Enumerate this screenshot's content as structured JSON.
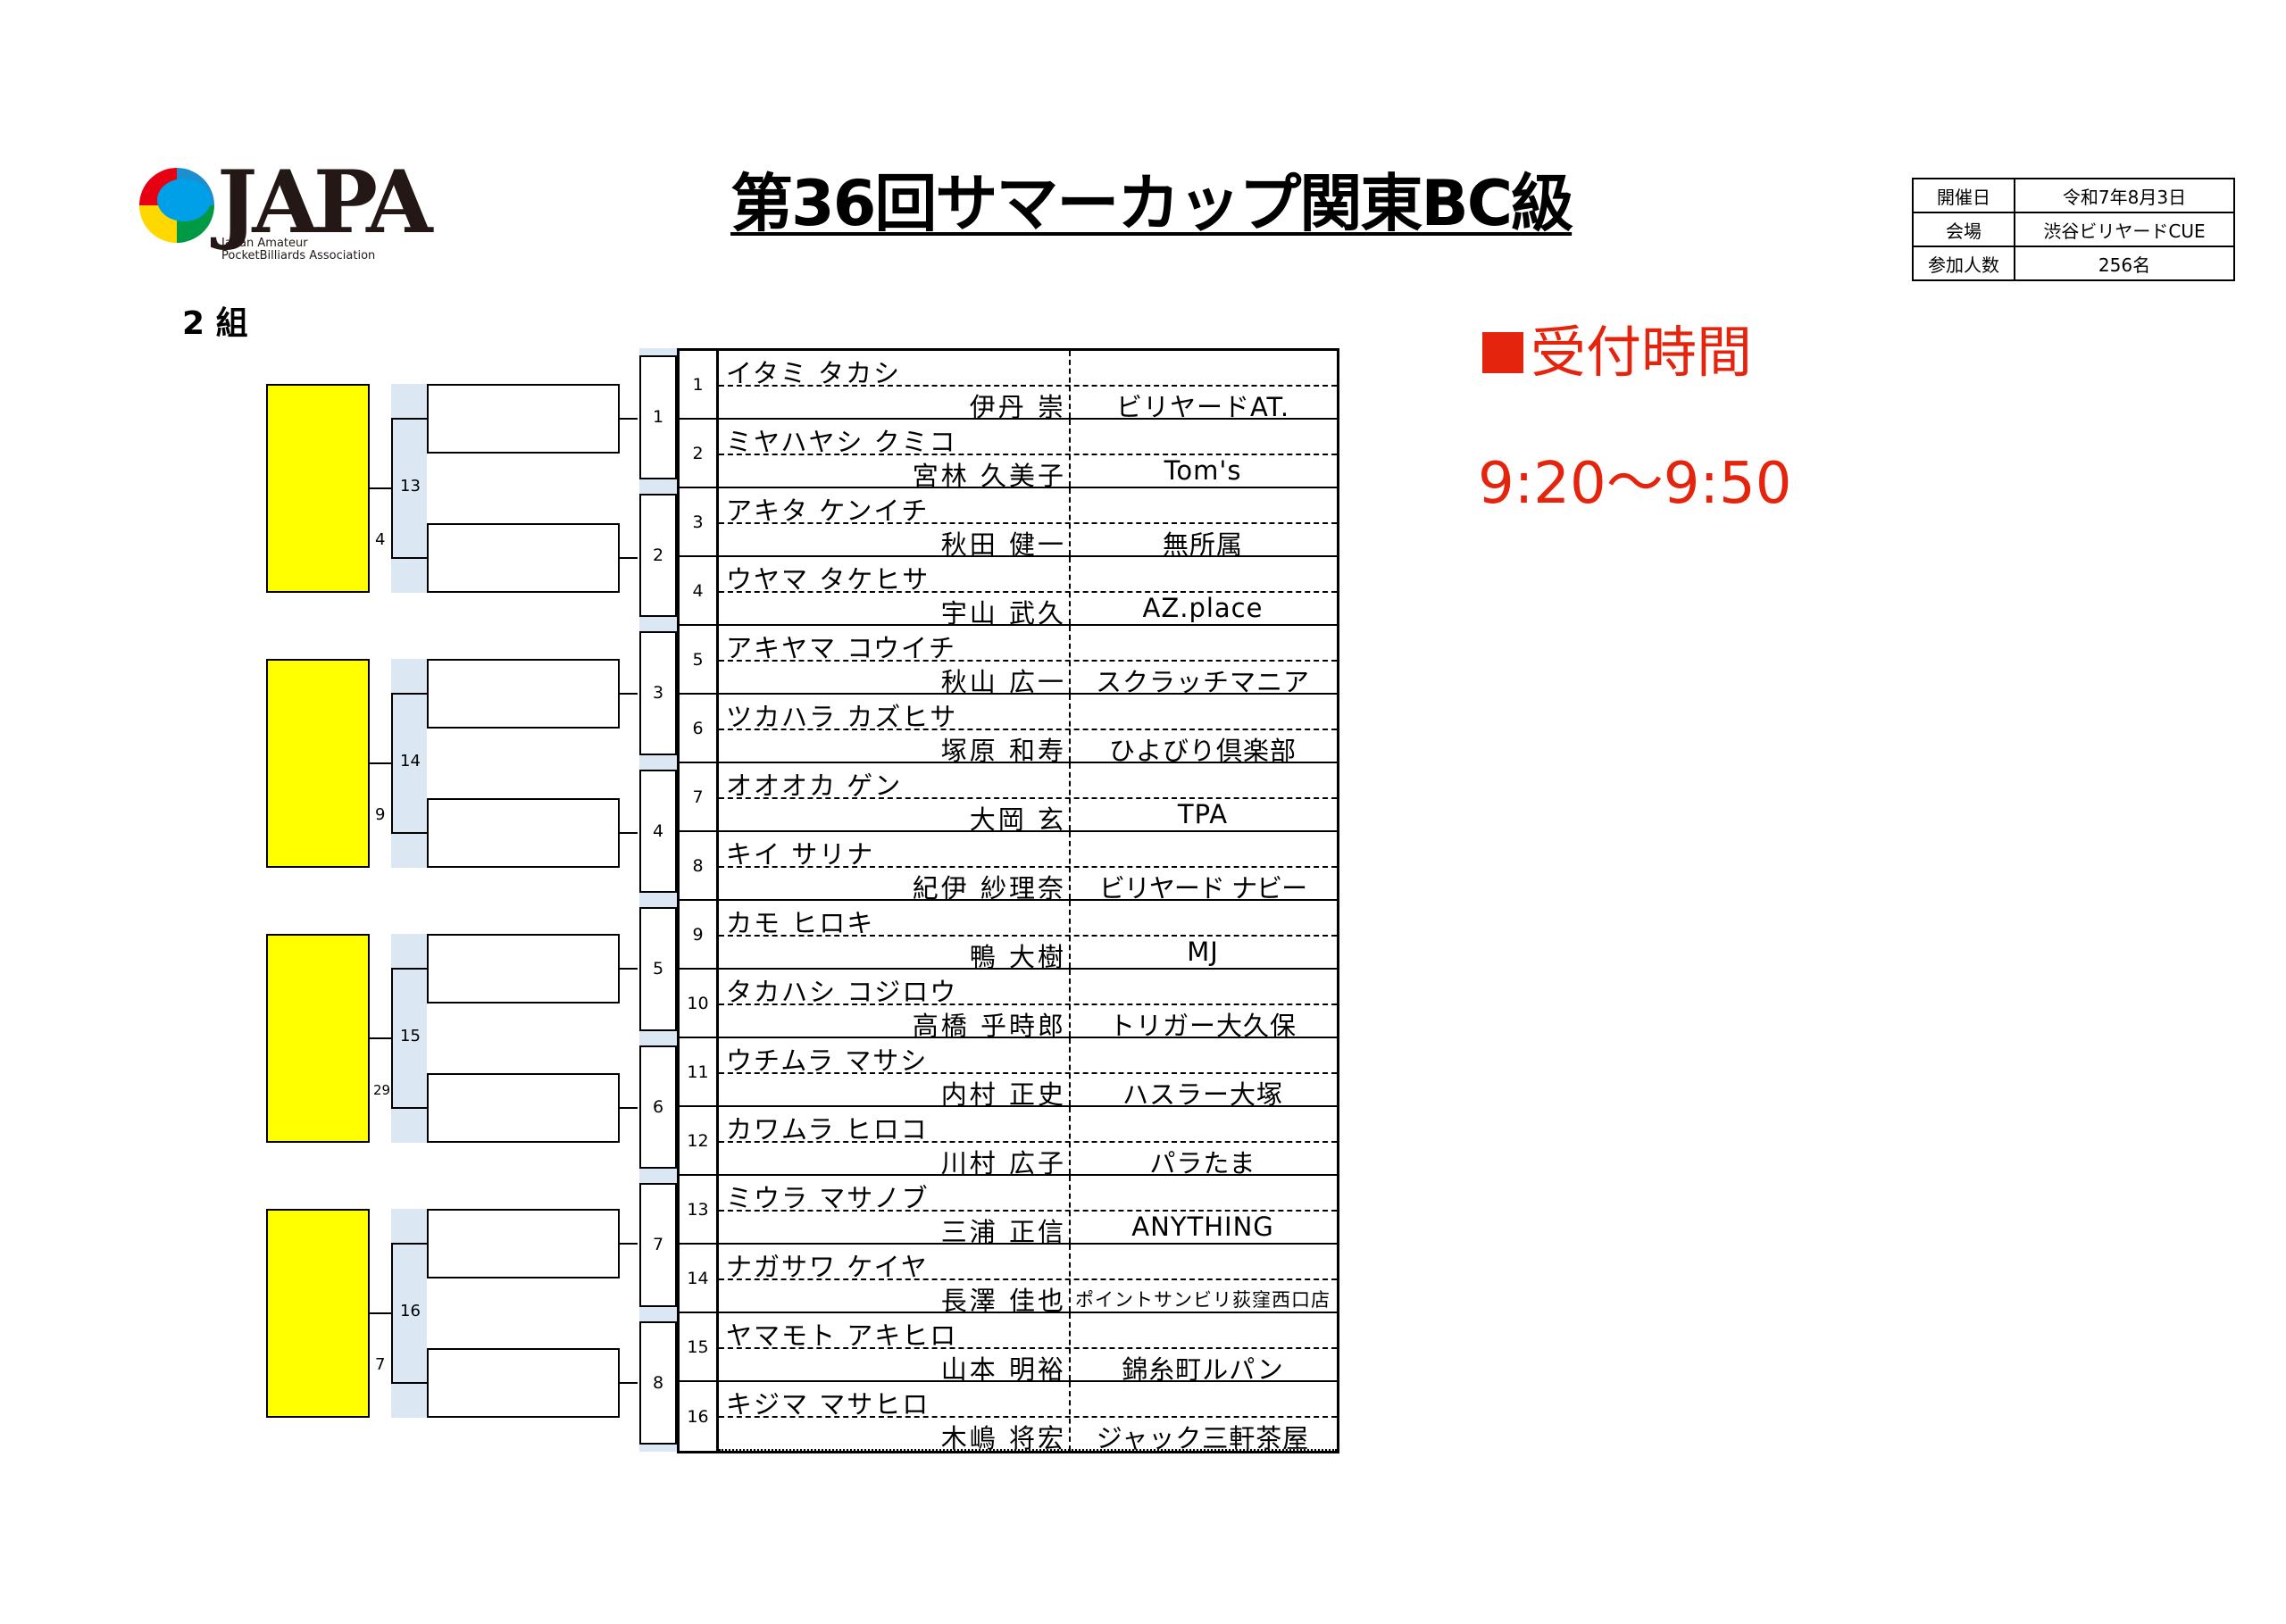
{
  "logo": {
    "text": "JAPA",
    "sub1": "Japan Amateur",
    "sub2": "PocketBilliards Association"
  },
  "title": "第36回サマーカップ関東BC級",
  "info": [
    {
      "key": "開催日",
      "value": "令和7年8月3日"
    },
    {
      "key": "会場",
      "value": "渋谷ビリヤードCUE"
    },
    {
      "key": "参加人数",
      "value": "256名"
    }
  ],
  "group_label": "2 組",
  "reception": {
    "label": "受付時間",
    "time": "9:20～9:50",
    "color": "#e4240c"
  },
  "bracket": {
    "final_nums": [
      "13",
      "14",
      "15",
      "16"
    ],
    "semi_nums": [
      "4",
      "9",
      "29",
      "7"
    ],
    "match_nums": [
      "1",
      "2",
      "3",
      "4",
      "5",
      "6",
      "7",
      "8"
    ]
  },
  "players": [
    {
      "no": "1",
      "kana": "イタミ タカシ",
      "name": "伊丹 崇",
      "club": "ビリヤードAT."
    },
    {
      "no": "2",
      "kana": "ミヤハヤシ クミコ",
      "name": "宮林 久美子",
      "club": "Tom's"
    },
    {
      "no": "3",
      "kana": "アキタ ケンイチ",
      "name": "秋田 健一",
      "club": "無所属"
    },
    {
      "no": "4",
      "kana": "ウヤマ タケヒサ",
      "name": "宇山 武久",
      "club": "AZ.place"
    },
    {
      "no": "5",
      "kana": "アキヤマ コウイチ",
      "name": "秋山 広一",
      "club": "スクラッチマニア"
    },
    {
      "no": "6",
      "kana": "ツカハラ カズヒサ",
      "name": "塚原 和寿",
      "club": "ひよびり倶楽部"
    },
    {
      "no": "7",
      "kana": "オオオカ ゲン",
      "name": "大岡 玄",
      "club": "TPA"
    },
    {
      "no": "8",
      "kana": "キイ サリナ",
      "name": "紀伊 紗理奈",
      "club": "ビリヤード ナビー"
    },
    {
      "no": "9",
      "kana": "カモ ヒロキ",
      "name": "鴨 大樹",
      "club": "MJ"
    },
    {
      "no": "10",
      "kana": "タカハシ コジロウ",
      "name": "高橋 乎時郎",
      "club": "トリガー大久保"
    },
    {
      "no": "11",
      "kana": "ウチムラ マサシ",
      "name": "内村 正史",
      "club": "ハスラー大塚"
    },
    {
      "no": "12",
      "kana": "カワムラ ヒロコ",
      "name": "川村 広子",
      "club": "パラたま"
    },
    {
      "no": "13",
      "kana": "ミウラ マサノブ",
      "name": "三浦 正信",
      "club": "ANYTHING"
    },
    {
      "no": "14",
      "kana": "ナガサワ ケイヤ",
      "name": "長澤 佳也",
      "club": "ポイントサンビリ荻窪西口店"
    },
    {
      "no": "15",
      "kana": "ヤマモト アキヒロ",
      "name": "山本 明裕",
      "club": "錦糸町ルパン"
    },
    {
      "no": "16",
      "kana": "キジマ マサヒロ",
      "name": "木嶋 将宏",
      "club": "ジャック三軒茶屋"
    }
  ]
}
